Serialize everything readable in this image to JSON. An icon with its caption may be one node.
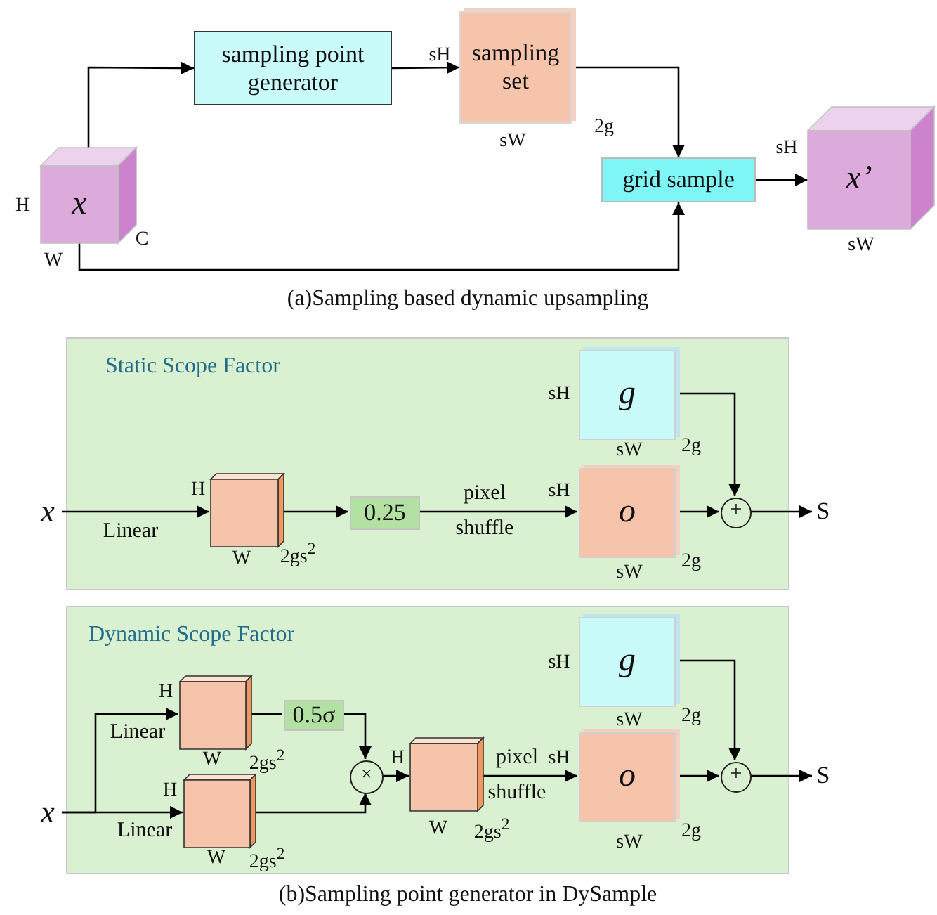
{
  "diagram": {
    "nodes": [
      {
        "text": [
          "x"
        ],
        "beside": [
          "H",
          "W",
          "C"
        ]
      },
      {
        "text": [
          "sampling point generator"
        ]
      },
      {
        "text": [
          "sampling set"
        ],
        "beside": [
          "sH",
          "sW",
          "2g"
        ]
      },
      {
        "text": [
          "grid sample"
        ]
      },
      {
        "text": [
          "x’"
        ],
        "beside": [
          "sH",
          "sW"
        ]
      },
      {
        "text": [
          "Static Scope Factor"
        ]
      },
      {
        "text": [
          "x"
        ]
      },
      {
        "text": [],
        "shape": "box",
        "in": 5,
        "beside": [
          "H",
          "W",
          "2gs$^{2}$"
        ]
      },
      {
        "text": [
          "0.25"
        ],
        "in": 5
      },
      {
        "text": [
          "g"
        ],
        "in": 5,
        "beside": [
          "sH",
          "sW",
          "2g"
        ]
      },
      {
        "text": [
          "o"
        ],
        "in": 5,
        "beside": [
          "sH",
          "sW",
          "2g"
        ]
      },
      {
        "text": [
          "+"
        ],
        "in": 5
      },
      {
        "text": [
          "S"
        ]
      },
      {
        "text": [
          "Dynamic Scope Factor"
        ]
      },
      {
        "text": [
          "x"
        ]
      },
      {
        "text": [],
        "shape": "box",
        "in": 13,
        "beside": [
          "H",
          "W",
          "2gs$^{2}$"
        ]
      },
      {
        "text": [
          "0.5σ"
        ],
        "in": 13
      },
      {
        "text": [],
        "shape": "box",
        "in": 13,
        "beside": [
          "H",
          "W",
          "2gs$^{2}$"
        ]
      },
      {
        "text": [
          "×"
        ],
        "in": 13
      },
      {
        "text": [],
        "shape": "box",
        "in": 13,
        "beside": [
          "H",
          "W",
          "2gs$^{2}$"
        ]
      },
      {
        "text": [
          "g"
        ],
        "in": 13,
        "beside": [
          "sH",
          "sW",
          "2g"
        ]
      },
      {
        "text": [
          "o"
        ],
        "in": 13,
        "beside": [
          "sH",
          "sW",
          "2g"
        ]
      },
      {
        "text": [
          "+"
        ],
        "in": 13
      },
      {
        "text": [
          "S"
        ]
      }
    ],
    "edges": [
      {
        "from": 0,
        "to": 1,
        "arrow": "to"
      },
      {
        "from": 1,
        "to": 2,
        "arrow": "to"
      },
      {
        "from": 2,
        "to": 3,
        "arrow": "to"
      },
      {
        "from": 0,
        "to": 3,
        "arrow": "to"
      },
      {
        "from": 3,
        "to": 4,
        "arrow": "to"
      },
      {
        "from": 6,
        "to": 7,
        "arrow": "to",
        "label": "Linear"
      },
      {
        "from": 7,
        "to": 8,
        "arrow": "to"
      },
      {
        "from": 8,
        "to": 10,
        "arrow": "to",
        "label": "pixel shuffle"
      },
      {
        "from": 10,
        "to": 11,
        "arrow": "to"
      },
      {
        "from": 9,
        "to": 11,
        "arrow": "to"
      },
      {
        "from": 11,
        "to": 12,
        "arrow": "to"
      },
      {
        "from": 14,
        "to": 15,
        "arrow": "to",
        "label": "Linear"
      },
      {
        "from": 14,
        "to": 17,
        "arrow": "to",
        "label": "Linear"
      },
      {
        "from": 15,
        "to": 16,
        "arrow": "none"
      },
      {
        "from": 16,
        "to": 18,
        "arrow": "to"
      },
      {
        "from": 17,
        "to": 18,
        "arrow": "to"
      },
      {
        "from": 18,
        "to": 19,
        "arrow": "to"
      },
      {
        "from": 19,
        "to": 21,
        "arrow": "to",
        "label": "pixel shuffle"
      },
      {
        "from": 21,
        "to": 22,
        "arrow": "to"
      },
      {
        "from": 20,
        "to": 22,
        "arrow": "to"
      },
      {
        "from": 22,
        "to": 23,
        "arrow": "to"
      }
    ],
    "labels": [
      "(a)Sampling based dynamic upsampling",
      "(b)Sampling point generator in DySample"
    ]
  }
}
